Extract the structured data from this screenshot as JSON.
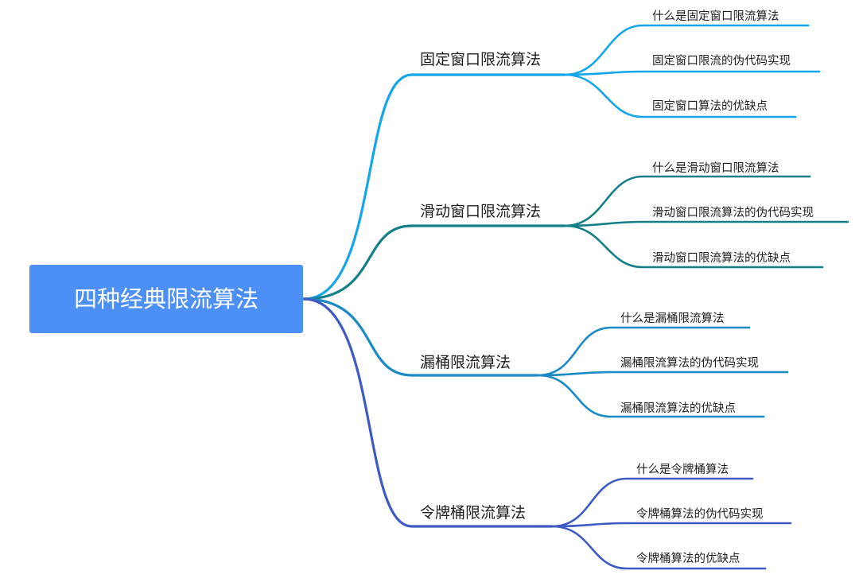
{
  "mindmap": {
    "root": {
      "label": "四种经典限流算法",
      "color": "#4d90f5"
    },
    "branches": [
      {
        "label": "固定窗口限流算法",
        "color": "#14a6e8",
        "children": [
          {
            "label": "什么是固定窗口限流算法"
          },
          {
            "label": "固定窗口限流的伪代码实现"
          },
          {
            "label": "固定窗口算法的优缺点"
          }
        ]
      },
      {
        "label": "滑动窗口限流算法",
        "color": "#147f86",
        "children": [
          {
            "label": "什么是滑动窗口限流算法"
          },
          {
            "label": "滑动窗口限流算法的伪代码实现"
          },
          {
            "label": "滑动窗口限流算法的优缺点"
          }
        ]
      },
      {
        "label": "漏桶限流算法",
        "color": "#1a8ac4",
        "children": [
          {
            "label": "什么是漏桶限流算法"
          },
          {
            "label": "漏桶限流算法的伪代码实现"
          },
          {
            "label": "漏桶限流算法的优缺点"
          }
        ]
      },
      {
        "label": "令牌桶限流算法",
        "color": "#3f5ac2",
        "children": [
          {
            "label": "什么是令牌桶算法"
          },
          {
            "label": "令牌桶算法的伪代码实现"
          },
          {
            "label": "令牌桶算法的优缺点"
          }
        ]
      }
    ]
  }
}
